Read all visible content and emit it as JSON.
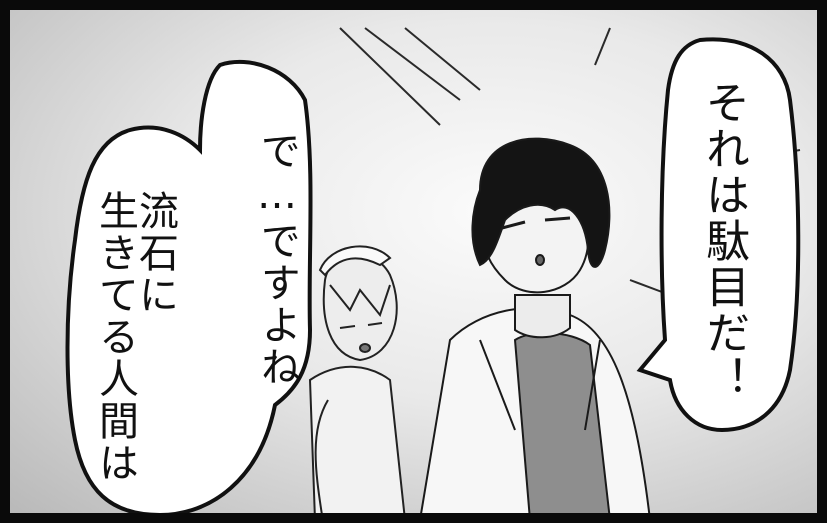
{
  "bubbles": {
    "right": {
      "text": "それは駄目だ！"
    },
    "left": {
      "line1": "で…ですよね",
      "line2": "流石に",
      "line3": "生きてる人間は…"
    }
  },
  "characters": {
    "doctor": {
      "description": "short black hair, white lab coat"
    },
    "nurse": {
      "description": "light hair, nurse cap"
    }
  },
  "colors": {
    "ink": "#111111",
    "border": "#0a0a0a",
    "background_light": "#f0f0f0",
    "background_dark": "#b9b9b9"
  }
}
